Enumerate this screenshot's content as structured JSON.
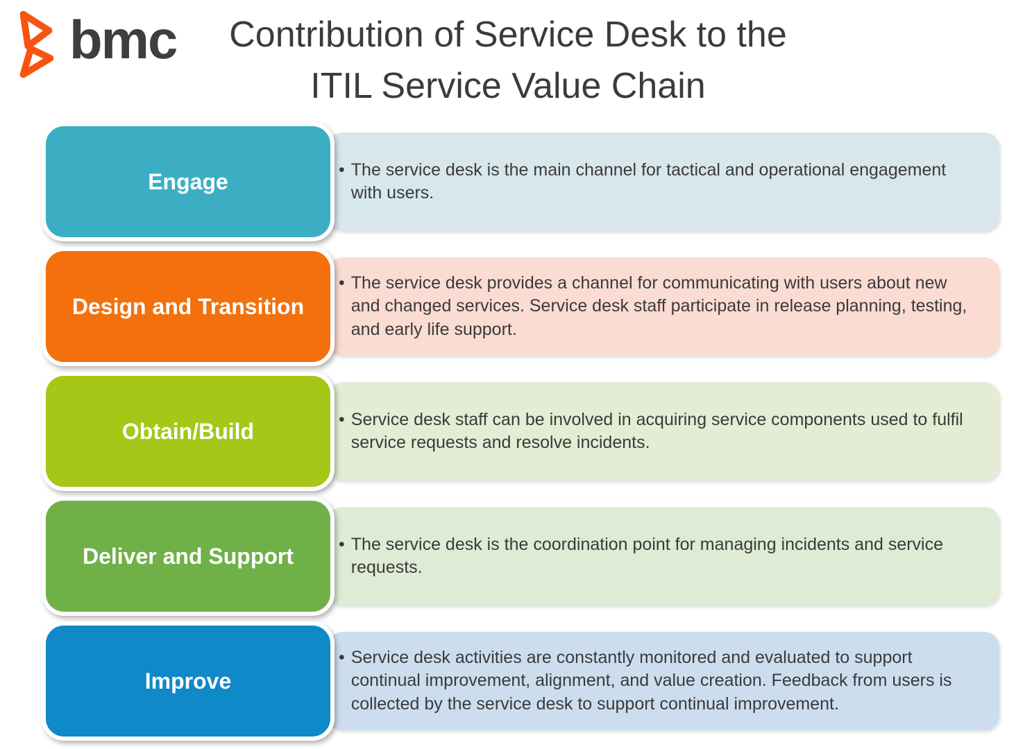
{
  "brand": {
    "logo_text": "bmc",
    "mark_color": "#f95312",
    "text_color": "#3d3d42"
  },
  "title": {
    "line1": "Contribution of Service Desk to the",
    "line2": "ITIL Service Value Chain",
    "color": "#3b3b3b"
  },
  "bullet_glyph": "•",
  "rows": [
    {
      "label": "Engage",
      "box_color": "#3caec4",
      "panel_color": "#d8e7eb",
      "description": "The service desk is the main channel for tactical and operational engagement with users."
    },
    {
      "label": "Design and Transition",
      "box_color": "#f3700c",
      "panel_color": "#fadcd3",
      "description": "The service desk provides a channel for communicating with users about new and changed services. Service desk staff participate in release planning, testing, and early life support."
    },
    {
      "label": "Obtain/Build",
      "box_color": "#a6c717",
      "panel_color": "#e4ecd3",
      "description": "Service desk staff can be involved in acquiring service components used to fulfil service requests and resolve incidents."
    },
    {
      "label": "Deliver and Support",
      "box_color": "#6fb148",
      "panel_color": "#deebd5",
      "description": "The service desk is the coordination point for managing incidents and service requests."
    },
    {
      "label": "Improve",
      "box_color": "#0f89c7",
      "panel_color": "#ccdeee",
      "description": "Service desk activities are constantly monitored and evaluated to support continual improvement, alignment, and value creation. Feedback from users is collected by the service desk to support continual improvement."
    }
  ]
}
